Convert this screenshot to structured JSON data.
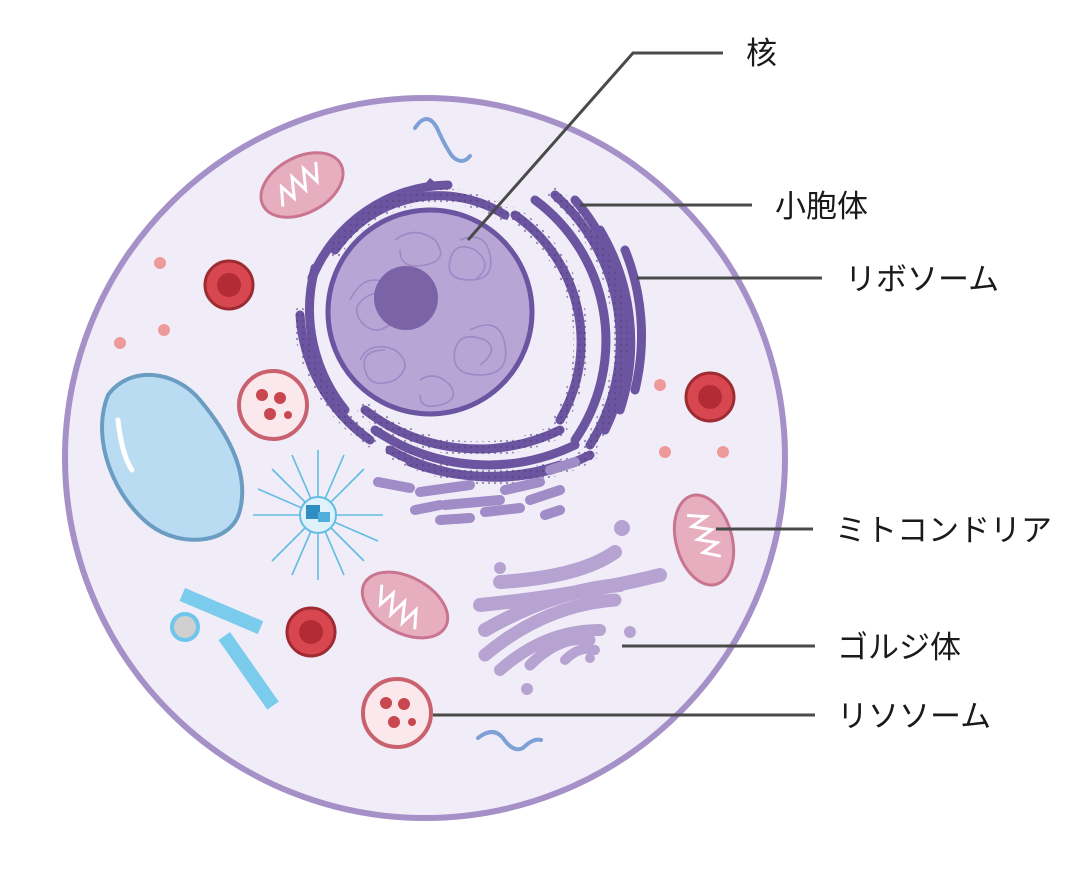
{
  "labels": {
    "nucleus": "核",
    "vesicle": "小胞体",
    "ribosome": "リボソーム",
    "mitochondria": "ミトコンドリア",
    "golgi": "ゴルジ体",
    "lysosome": "リソソーム"
  },
  "colors": {
    "cytoplasm": "#f1edf8",
    "membrane": "#a591c8",
    "nucleus": "#b7a5d6",
    "nucleolus": "#7b63a8",
    "er": "#7a63ab",
    "golgi": "#b7a3d1",
    "mitochondria": "#e7aec0",
    "vacuole": "#b9dcf3",
    "red_body": "#d8474f",
    "cyan": "#62bde3"
  }
}
